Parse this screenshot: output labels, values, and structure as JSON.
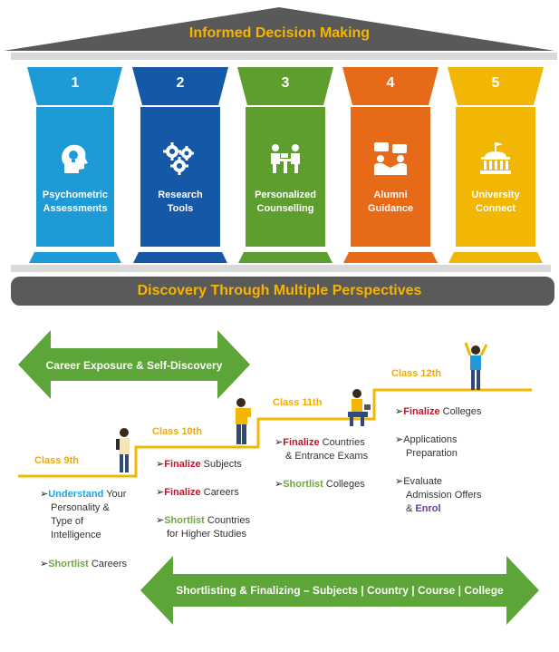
{
  "roof": {
    "title": "Informed Decision Making"
  },
  "base": {
    "title": "Discovery Through Multiple Perspectives"
  },
  "pillars": [
    {
      "number": "1",
      "label_line1": "Psychometric",
      "label_line2": "Assessments",
      "icon": "head-lightbulb-icon",
      "color": "#1E9BD7"
    },
    {
      "number": "2",
      "label_line1": "Research",
      "label_line2": "Tools",
      "icon": "gears-icon",
      "color": "#1558A6"
    },
    {
      "number": "3",
      "label_line1": "Personalized",
      "label_line2": "Counselling",
      "icon": "counselling-desk-icon",
      "color": "#5E9E2E"
    },
    {
      "number": "4",
      "label_line1": "Alumni",
      "label_line2": "Guidance",
      "icon": "chat-people-icon",
      "color": "#E76A18"
    },
    {
      "number": "5",
      "label_line1": "University",
      "label_line2": "Connect",
      "icon": "university-building-icon",
      "color": "#F2B705"
    }
  ],
  "top_banner": {
    "text": "Career Exposure & Self-Discovery"
  },
  "bottom_banner": {
    "text": "Shortlisting & Finalizing – Subjects | Country | Course | College"
  },
  "classes": [
    {
      "label": "Class 9th"
    },
    {
      "label": "Class 10th"
    },
    {
      "label": "Class 11th"
    },
    {
      "label": "Class 12th"
    }
  ],
  "steps": {
    "c9": [
      {
        "highlight": "Understand",
        "line1_rest": " Your",
        "line2": "Personality &",
        "line3": "Type of",
        "line4": "Intelligence"
      },
      {
        "highlight": "Shortlist",
        "rest": " Careers"
      }
    ],
    "c10": [
      {
        "highlight": "Finalize",
        "rest": " Subjects"
      },
      {
        "highlight": "Finalize",
        "rest": " Careers"
      },
      {
        "highlight": "Shortlist",
        "rest": " Countries",
        "line2": "for Higher Studies"
      }
    ],
    "c11": [
      {
        "highlight": "Finalize",
        "rest": " Countries",
        "line2": "& Entrance Exams"
      },
      {
        "highlight": "Shortlist",
        "rest": " Colleges"
      }
    ],
    "c12": [
      {
        "highlight": "Finalize",
        "rest": " Colleges"
      },
      {
        "line1": "Applications",
        "line2": "Preparation"
      },
      {
        "line1": "Evaluate",
        "line2": "Admission Offers",
        "line3_prefix": "& ",
        "highlight": "Enrol"
      }
    ]
  },
  "colors": {
    "gold": "#F7B500",
    "roof": "#595959",
    "red": "#C0142A",
    "green": "#6DA93C",
    "blue": "#1FA3E0",
    "purple": "#6A3AA0"
  }
}
